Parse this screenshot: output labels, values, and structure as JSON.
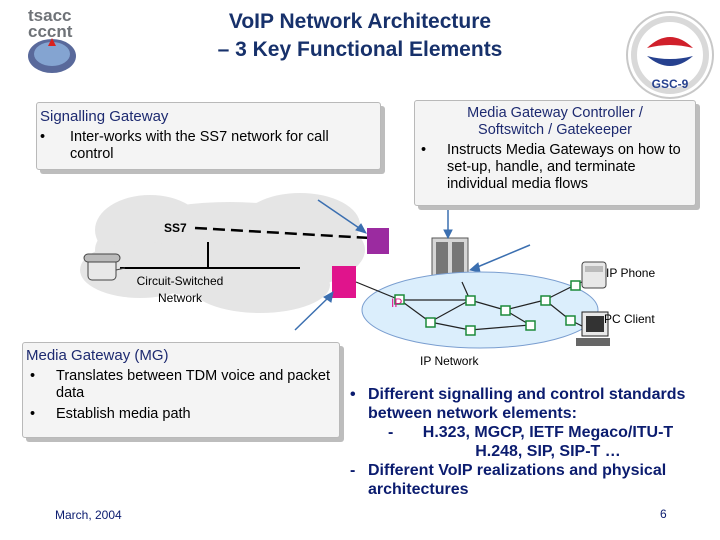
{
  "header": {
    "title_line1": "VoIP Network Architecture",
    "title_line2": "– 3 Key Functional Elements"
  },
  "logos": {
    "left_text_line1": "tsacc",
    "left_text_line2": "cccnt",
    "right_text": "GSC-9"
  },
  "signalling_gateway": {
    "title": "Signalling Gateway",
    "bullet": "•",
    "item": "Inter-works with the SS7 network for call control"
  },
  "mgc": {
    "title_line1": "Media Gateway Controller /",
    "title_line2": "Softswitch / Gatekeeper",
    "bullet": "•",
    "item": "Instructs Media Gateways on how to set-up, handle, and terminate individual media flows"
  },
  "media_gateway": {
    "title": "Media Gateway (MG)",
    "bullet": "•",
    "items": [
      "Translates between TDM voice and packet data",
      "Establish media path"
    ]
  },
  "diagram": {
    "ss7_label": "SS7",
    "circuit_label_line1": "Circuit-Switched",
    "circuit_label_line2": "Network",
    "ip_label": "IP",
    "ip_phone_label": "IP Phone",
    "pc_client_label": "PC Client",
    "ip_network_label": "IP Network"
  },
  "main_points": [
    {
      "marker": "•",
      "text": "Different signalling and control standards between network elements:"
    },
    {
      "marker": "-",
      "text": "H.323, MGCP, IETF Megaco/ITU-T H.248, SIP, SIP-T …",
      "sub": true
    },
    {
      "marker": "-",
      "text": "Different VoIP realizations and physical architectures"
    }
  ],
  "footer": {
    "date": "March, 2004",
    "page": "6"
  },
  "colors": {
    "title": "#17316b",
    "accent_magenta": "#e0148c",
    "accent_purple": "#9b2ba0",
    "cloud": "#e4e4e4",
    "ip_net": "#dbeefc"
  }
}
